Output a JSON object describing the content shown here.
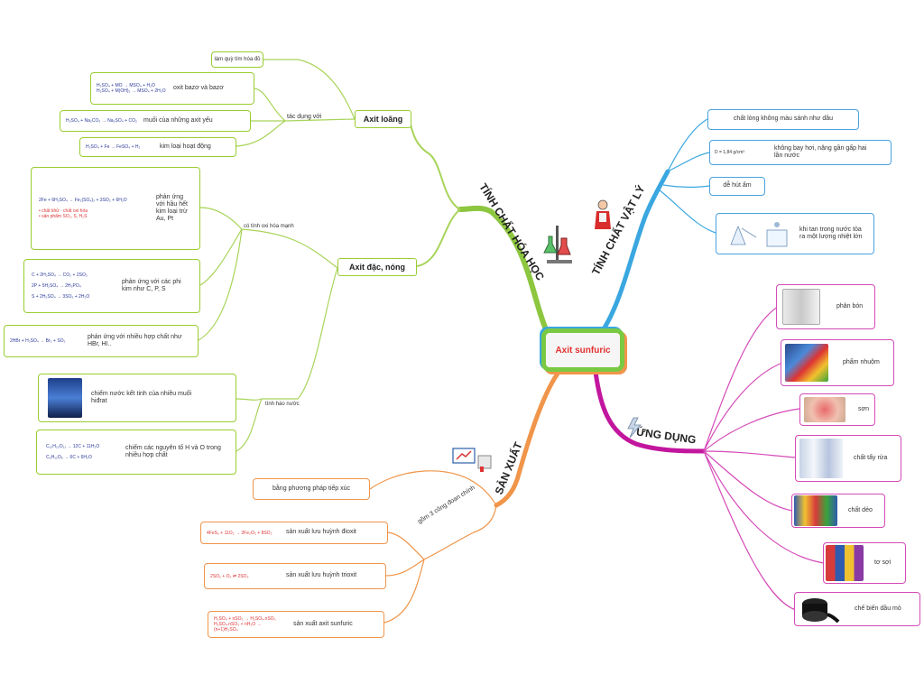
{
  "center": {
    "label": "Axit sunfuric"
  },
  "colors": {
    "green": "#9acd32",
    "blue": "#3aa7e0",
    "magenta": "#c2169e",
    "orange": "#f0954a",
    "center_text": "#e23030"
  },
  "branches": {
    "hoa_hoc": "TÍNH CHẤT HÓA HỌC",
    "vat_ly": "TÍNH CHẤT VẬT LÝ",
    "ung_dung": "ỨNG DỤNG",
    "san_xuat": "SẢN XUẤT"
  },
  "hoa_hoc": {
    "loang": {
      "title": "Axit loãng",
      "quy_tim": "làm quỳ tím hóa đỏ",
      "tac_dung_voi": "tác dụng với",
      "oxit_bazo": "oxit bazơ  và bazơ",
      "muoi": "muối của những axit yếu",
      "kim_loai": "kim loại hoạt động"
    },
    "dac_nong": {
      "title": "Axit đặc, nóng",
      "oxi_hoa": "có tính oxi hóa mạnh",
      "kim_loai_tru": "phản ứng với hầu hết kim loại trừ Au, Pt",
      "phi_kim": "phản ứng với các phi kim như C, P, S",
      "hop_chat": "phản ứng với nhiều hợp chất như HBr, HI..",
      "hao_nuoc": "tính háo nước",
      "chiem_nuoc": "chiếm nước kết tinh của nhiều muối hiđrat",
      "chiem_ng": "chiếm các nguyên tố H và O trong nhiều hợp chất"
    }
  },
  "vat_ly": {
    "item1": "chất lỏng không màu sánh như dầu",
    "item2": "không bay hơi, nặng gần gấp hai lần nước",
    "item3": "dễ hút ẩm",
    "item4": "khi tan trong nước tỏa ra một lượng nhiệt lớn"
  },
  "ung_dung": {
    "items": [
      "phân bón",
      "phẩm nhuộm",
      "sơn",
      "chất tẩy rửa",
      "chất dẻo",
      "tơ  sợi",
      "chế biến dầu mỏ"
    ]
  },
  "san_xuat": {
    "tiep_xuc": "bằng phương pháp tiếp xúc",
    "cong_doan": "gồm 3 công đoạn chính",
    "so2": "sản xuất lưu huỳnh đioxit",
    "so3": "sản xuất lưu huỳnh trioxit",
    "axit": "sản xuất axit sunfuric"
  }
}
